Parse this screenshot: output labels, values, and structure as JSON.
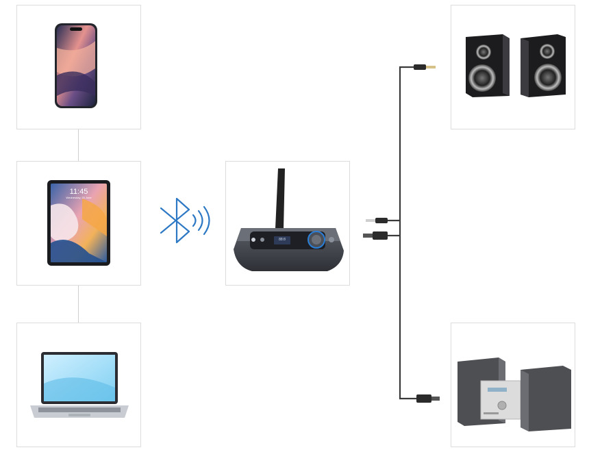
{
  "devices": {
    "phone": {},
    "tablet": {
      "clock": "11:45",
      "clock_sub": "Wednesday, 20 June"
    },
    "laptop": {},
    "transmitter": {
      "display_text": "88:8"
    },
    "speakers": {},
    "stereo": {}
  },
  "connections": {
    "wireless": "bluetooth",
    "wired_top": "3.5mm-aux-cable",
    "wired_mid": "rca-cable",
    "wired_bottom": "optical-cable"
  },
  "colors": {
    "bluetooth": "#2c78c4",
    "cable": "#3a3a3a",
    "panel_border": "#dcdcdc"
  }
}
